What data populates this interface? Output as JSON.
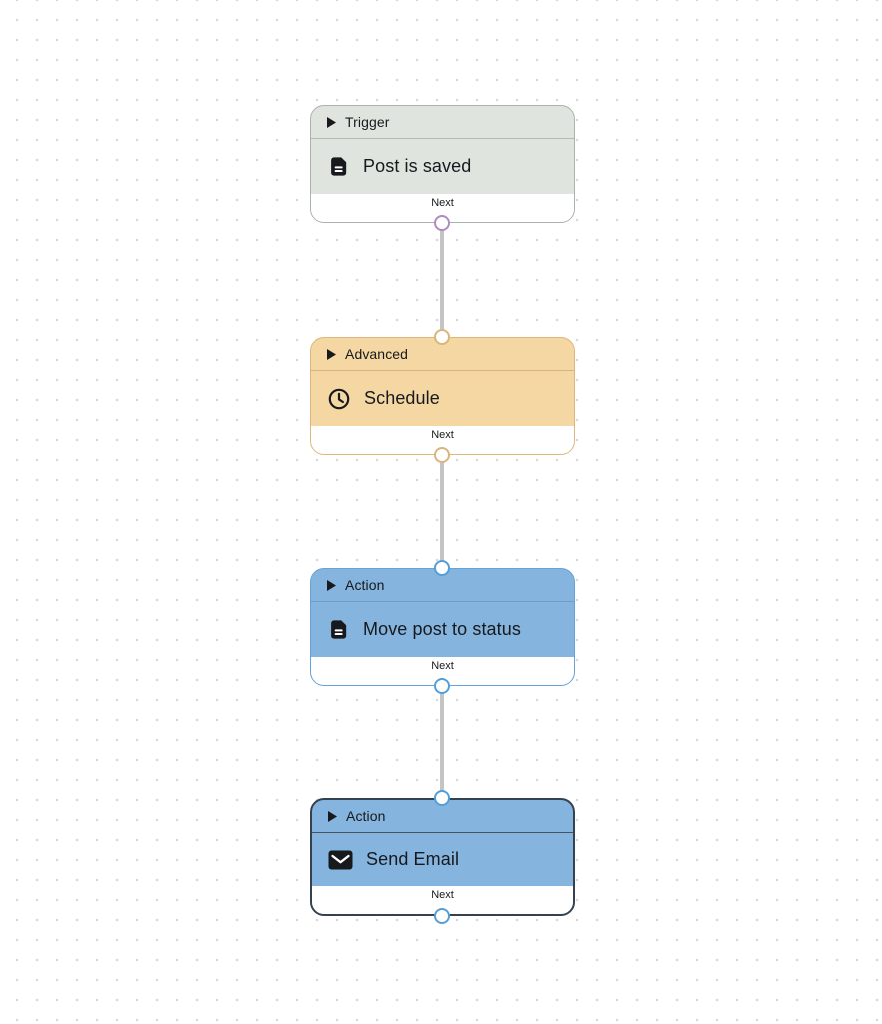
{
  "canvas": {
    "background_color": "#ffffff",
    "dot_color": "#d5d5d5",
    "edge_color": "#c4c4c4"
  },
  "edges": [
    {
      "from": "trigger-post-is-saved",
      "to": "advanced-schedule"
    },
    {
      "from": "advanced-schedule",
      "to": "action-move-post-to-status"
    },
    {
      "from": "action-move-post-to-status",
      "to": "action-send-email"
    }
  ],
  "nodes": [
    {
      "category": "Trigger",
      "title": "Post is saved",
      "icon": "document-icon",
      "footer_label": "Next",
      "selected": false,
      "colors": {
        "fill": "#dfe4df",
        "border": "#a9b3a9",
        "output_handle": "#b28ac1"
      }
    },
    {
      "category": "Advanced",
      "title": "Schedule",
      "icon": "clock-icon",
      "footer_label": "Next",
      "selected": false,
      "colors": {
        "fill": "#f4d7a2",
        "border": "#dcb67d",
        "input_handle": "#d9b57d",
        "output_handle": "#d9b57d"
      }
    },
    {
      "category": "Action",
      "title": "Move post to status",
      "icon": "document-icon",
      "footer_label": "Next",
      "selected": false,
      "colors": {
        "fill": "#85b4de",
        "border": "#66a2d8",
        "input_handle": "#549ed8",
        "output_handle": "#549ed8"
      }
    },
    {
      "category": "Action",
      "title": "Send Email",
      "icon": "envelope-icon",
      "footer_label": "Next",
      "selected": true,
      "colors": {
        "fill": "#85b4de",
        "border": "#33424e",
        "input_handle": "#549ed8",
        "output_handle": "#549ed8"
      }
    }
  ]
}
